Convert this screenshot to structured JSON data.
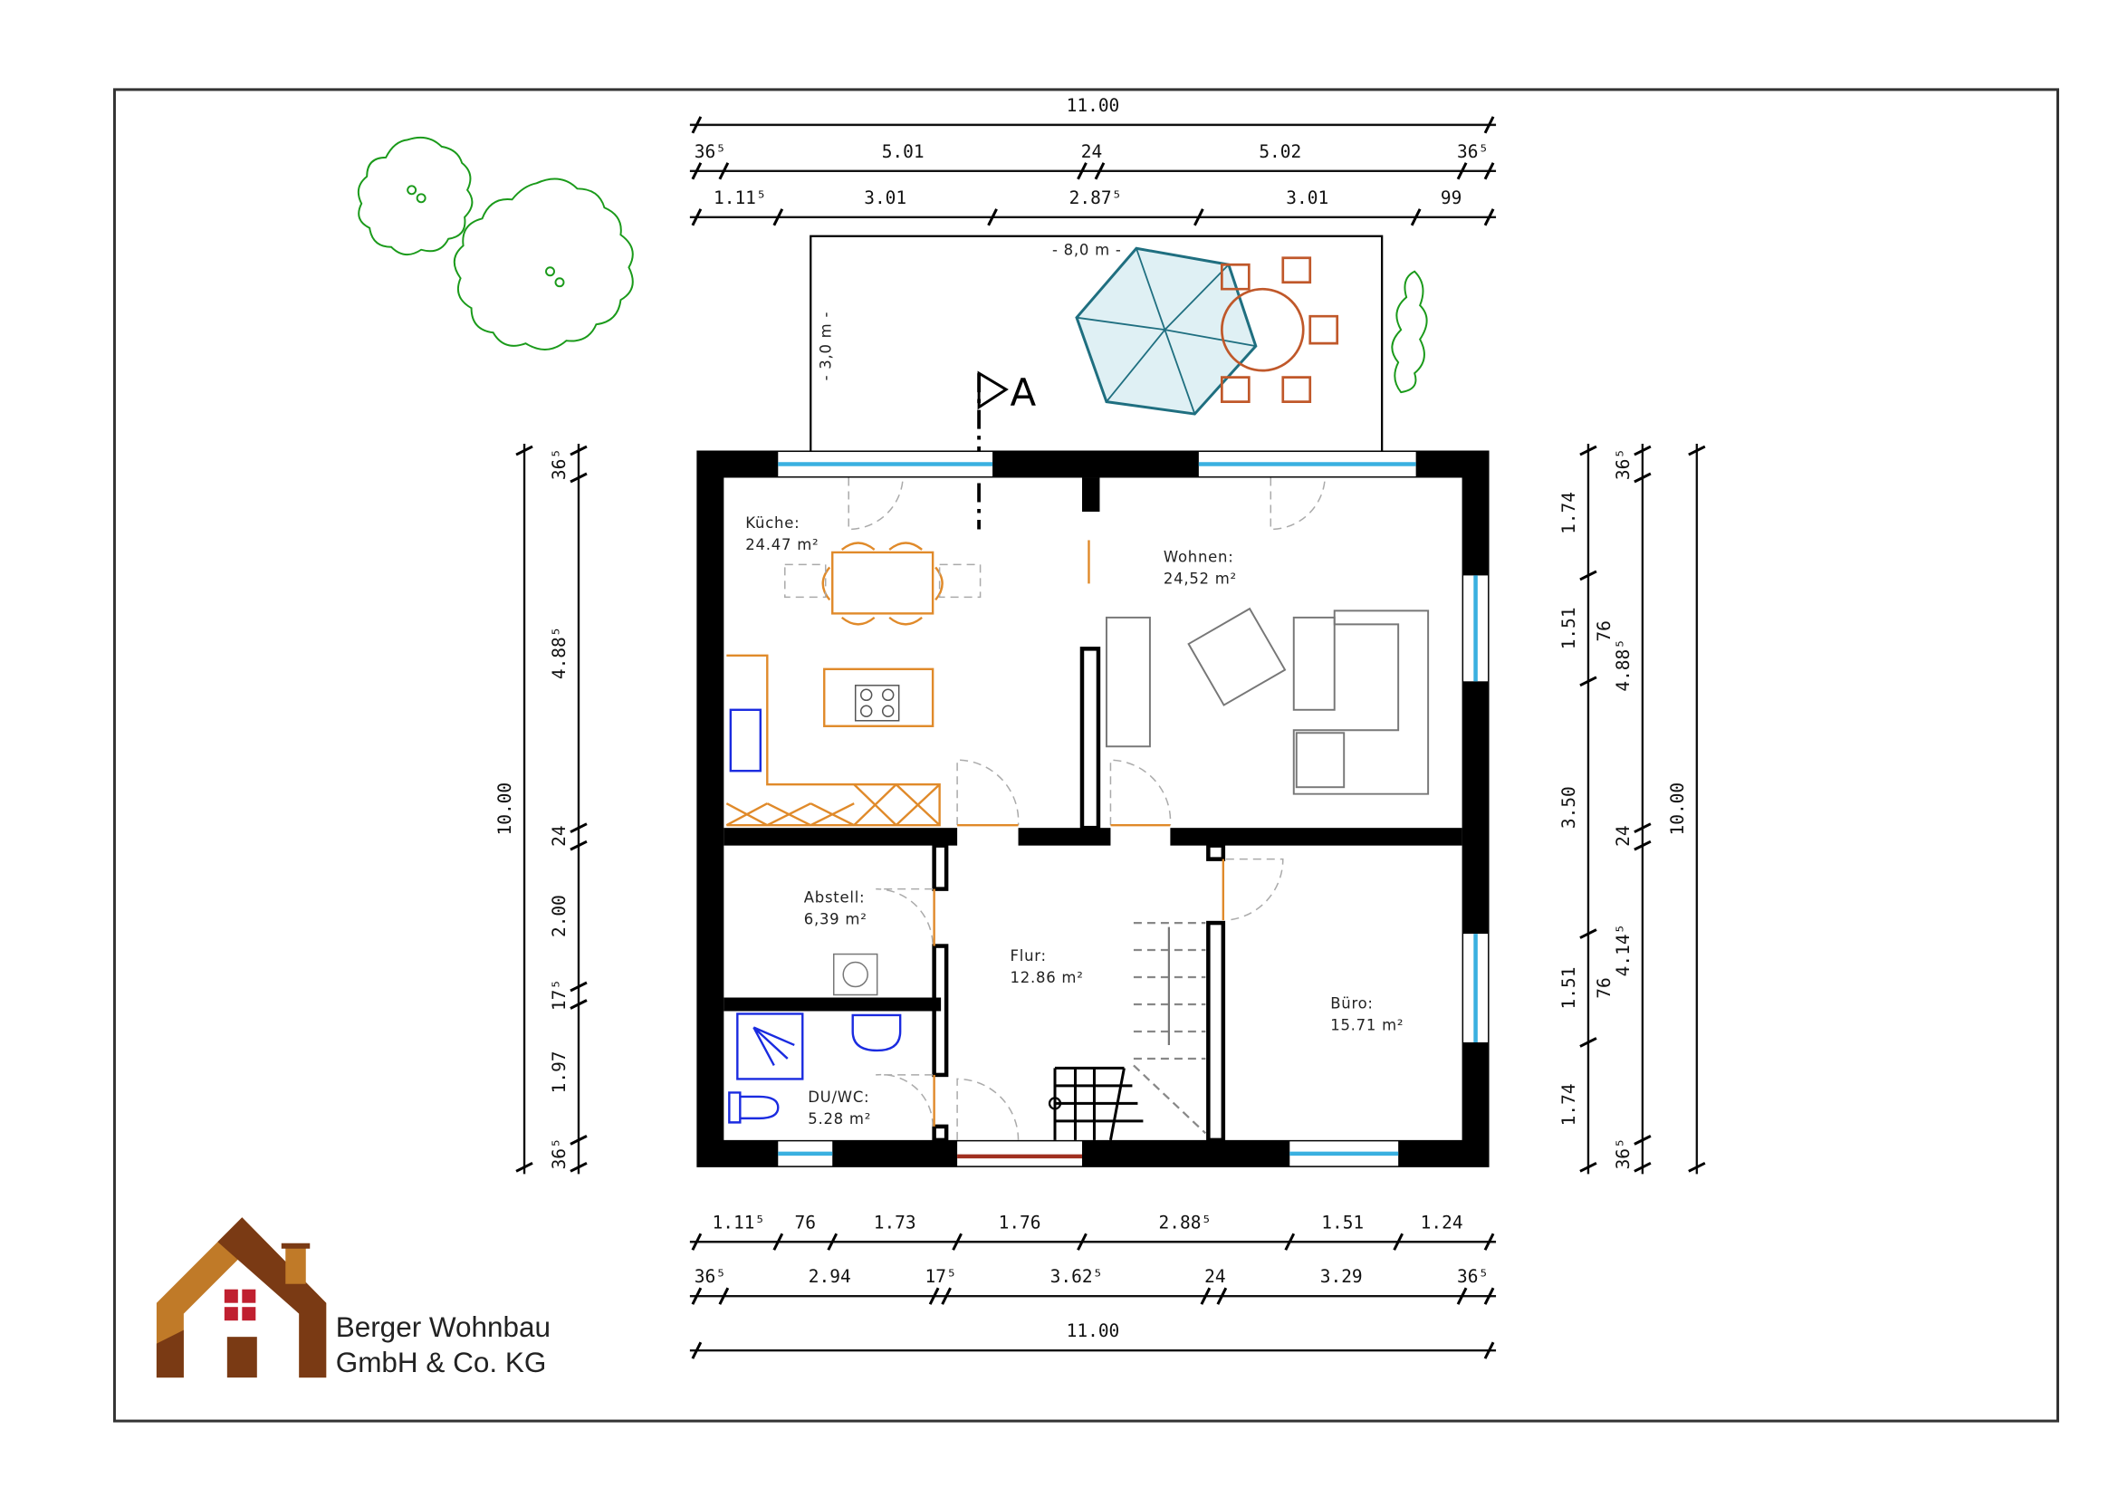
{
  "dimensions": {
    "top": {
      "overall": "11.00",
      "row2": [
        "36⁵",
        "5.01",
        "24",
        "5.02",
        "36⁵"
      ],
      "row3": [
        "1.11⁵",
        "3.01",
        "2.87⁵",
        "3.01",
        "99"
      ]
    },
    "bottom": {
      "row1": [
        "1.11⁵",
        "76",
        "1.73",
        "1.76",
        "2.88⁵",
        "1.51",
        "1.24"
      ],
      "row2": [
        "36⁵",
        "2.94",
        "17⁵",
        "3.62⁵",
        "24",
        "3.29",
        "36⁵"
      ],
      "overall": "11.00"
    },
    "left": {
      "overall": "10.00",
      "chain": [
        "36⁵",
        "4.88⁵",
        "24",
        "2.00",
        "17⁵",
        "1.97",
        "36⁵"
      ]
    },
    "right": {
      "windows": [
        "1.74",
        "1.51",
        "3.50",
        "1.51",
        "1.74"
      ],
      "sill_heights": [
        "76",
        "76"
      ],
      "chain": [
        "36⁵",
        "4.88⁵",
        "24",
        "4.14⁵",
        "36⁵"
      ],
      "overall": "10.00"
    }
  },
  "terrace": {
    "width_label": "- 8,0 m -",
    "depth_label": "- 3,0 m -"
  },
  "section_marker": "A",
  "rooms": [
    {
      "name": "Küche:",
      "area": "24.47 m²"
    },
    {
      "name": "Wohnen:",
      "area": "24,52 m²"
    },
    {
      "name": "Abstell:",
      "area": "6,39 m²"
    },
    {
      "name": "Flur:",
      "area": "12.86 m²"
    },
    {
      "name": "Büro:",
      "area": "15.71 m²"
    },
    {
      "name": "DU/WC:",
      "area": "5.28 m²"
    }
  ],
  "logo": {
    "line1": "Berger Wohnbau",
    "line2": "GmbH & Co. KG"
  },
  "colors": {
    "wall": "#000000",
    "furniture": "#e08a2a",
    "sanitary": "#1a2be0",
    "window": "#3ab0e0",
    "tree": "#1a9a1a",
    "umbrella": "#1f6f80"
  }
}
